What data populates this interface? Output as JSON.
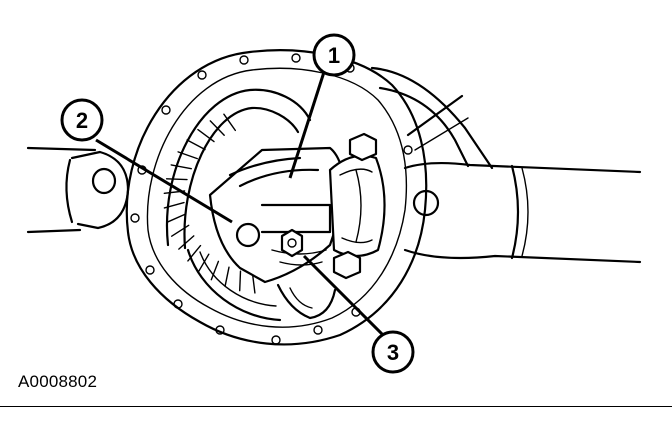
{
  "figure": {
    "id_label": "A0008802"
  },
  "callouts": [
    {
      "number": "1"
    },
    {
      "number": "2"
    },
    {
      "number": "3"
    }
  ]
}
